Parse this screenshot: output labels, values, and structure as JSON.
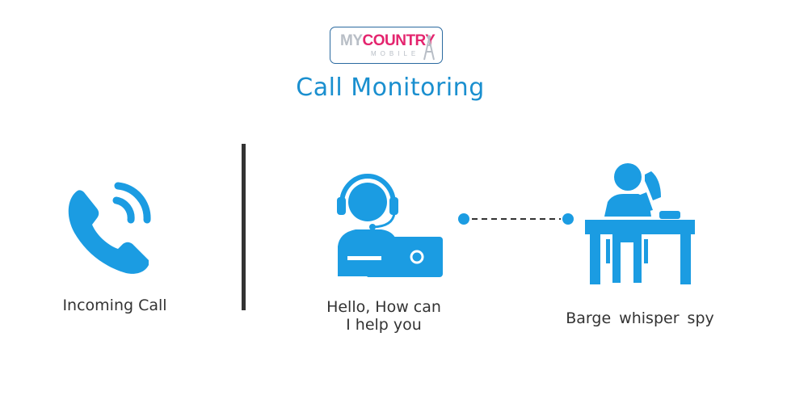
{
  "logo": {
    "part1": "MY",
    "part2": "COUNTRY",
    "sub": "MOBILE"
  },
  "title": "Call Monitoring",
  "nodes": {
    "incoming": {
      "label": "Incoming Call",
      "icon": "phone-ringing-icon"
    },
    "agent": {
      "label_line1": "Hello, How can",
      "label_line2": "I help you",
      "icon": "agent-headset-laptop-icon"
    },
    "supervisor": {
      "label": "Barge  whisper  spy",
      "icon": "person-on-phone-at-desk-icon"
    }
  },
  "colors": {
    "accent": "#1a8fcf",
    "icon_blue": "#1b9ce2",
    "icon_dark": "#0b7fc4",
    "divider": "#333333",
    "text": "#333333",
    "logo_pink": "#e4246e"
  }
}
